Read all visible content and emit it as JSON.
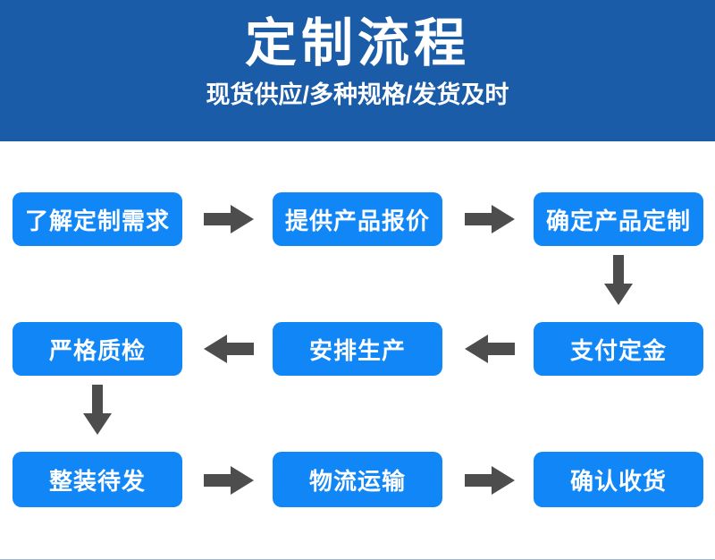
{
  "banner": {
    "title": "定制流程",
    "subtitle": "现货供应/多种规格/发货及时",
    "background_color": "#1a5ca8",
    "text_color": "#ffffff"
  },
  "theme": {
    "node_color": "#1186f7",
    "node_text_color": "#ffffff",
    "arrow_color": "#4d4d4d",
    "page_background": "#ffffff"
  },
  "flow": {
    "rows": [
      {
        "direction": "left-to-right",
        "nodes": [
          {
            "label": "了解定制需求"
          },
          {
            "label": "提供产品报价"
          },
          {
            "label": "确定产品定制"
          }
        ]
      },
      {
        "direction": "right-to-left",
        "nodes": [
          {
            "label": "严格质检"
          },
          {
            "label": "安排生产"
          },
          {
            "label": "支付定金"
          }
        ]
      },
      {
        "direction": "left-to-right",
        "nodes": [
          {
            "label": "整装待发"
          },
          {
            "label": "物流运输"
          },
          {
            "label": "确认收货"
          }
        ]
      }
    ],
    "connectors": [
      {
        "icon": "arrow-right-icon",
        "from": "了解定制需求",
        "to": "提供产品报价"
      },
      {
        "icon": "arrow-right-icon",
        "from": "提供产品报价",
        "to": "确定产品定制"
      },
      {
        "icon": "arrow-down-icon",
        "from": "确定产品定制",
        "to": "支付定金"
      },
      {
        "icon": "arrow-left-icon",
        "from": "支付定金",
        "to": "安排生产"
      },
      {
        "icon": "arrow-left-icon",
        "from": "安排生产",
        "to": "严格质检"
      },
      {
        "icon": "arrow-down-icon",
        "from": "严格质检",
        "to": "整装待发"
      },
      {
        "icon": "arrow-right-icon",
        "from": "整装待发",
        "to": "物流运输"
      },
      {
        "icon": "arrow-right-icon",
        "from": "物流运输",
        "to": "确认收货"
      }
    ]
  }
}
